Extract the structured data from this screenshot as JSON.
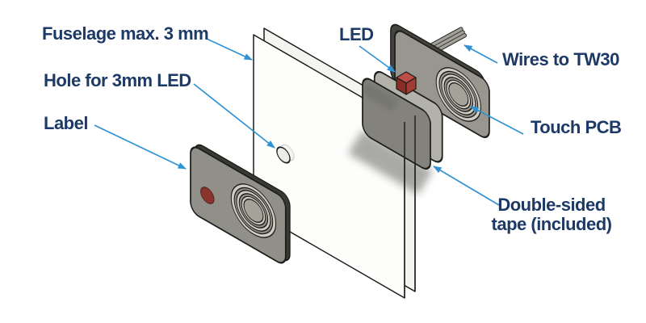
{
  "annotations": {
    "fuselage": "Fuselage max. 3 mm",
    "hole": "Hole for 3mm LED",
    "label": "Label",
    "led": "LED",
    "wires": "Wires to TW30",
    "touch_pcb": "Touch PCB",
    "tape_line1": "Double-sided",
    "tape_line2": "tape (included)"
  },
  "colors": {
    "ink": "#1d3a66",
    "arrow": "#2f92d4",
    "outline": "#1c1c1a",
    "panel": "#fdfdfc",
    "panel_side": "#f4f4f1",
    "label_gray": "#908f88",
    "label_edge": "#3a3a35",
    "pcb_gray": "#98968e",
    "pcb_edge": "#45443f",
    "tape_front": "#83827c",
    "tape_side": "#b3b2aa",
    "ring_cream": "#cfccc0",
    "ring_center": "#a5a398",
    "red_dot": "#8b332d",
    "led_top": "#bc4e45",
    "led_left": "#882e27",
    "led_right": "#a43a31",
    "wire": "#a2a19a",
    "wire_edge": "#33322e",
    "shadow": "#45443f"
  }
}
